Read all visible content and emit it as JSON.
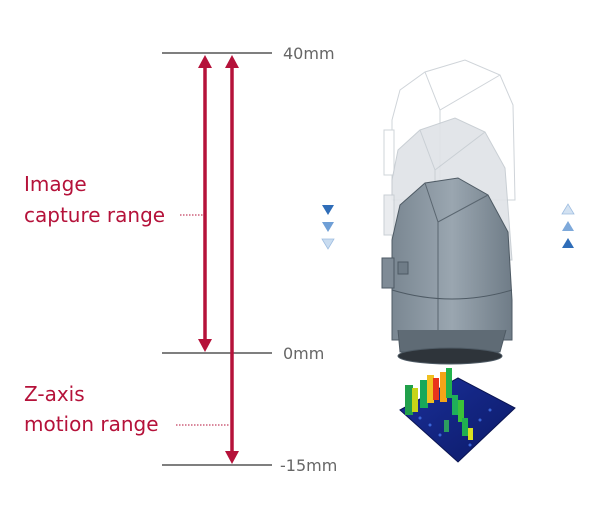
{
  "colors": {
    "range": "#b5123a",
    "line": "#444444",
    "label_text": "#666666",
    "head_body": "#8e9aa5",
    "head_dark": "#6b7884",
    "ghost": "#d8dde2",
    "arrow_down": "#3a78c4",
    "arrow_up": "#3a78c4"
  },
  "marks": {
    "top": "40mm",
    "middle": "0mm",
    "bottom": "-15mm"
  },
  "ranges": {
    "image_capture": {
      "line1": "Image",
      "line2": "capture range"
    },
    "z_axis": {
      "line1": "Z-axis",
      "line2": "motion range"
    }
  },
  "icons": {
    "down_arrows": "triangle-down-icon",
    "up_arrows": "triangle-up-icon",
    "sensor_head": "sensor-head-illustration",
    "height_map": "3d-height-map-illustration"
  }
}
